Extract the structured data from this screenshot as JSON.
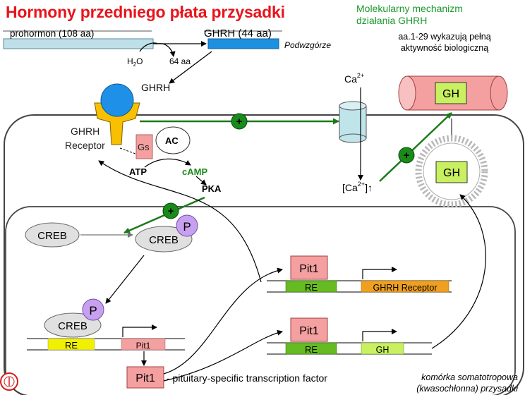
{
  "header": {
    "title": "Hormony przedniego płata przysadki",
    "subtitle_line1": "Molekularny mechanizm",
    "subtitle_line2": "działania GHRH",
    "note_line1": "aa.1-29 wykazują pełną",
    "note_line2": "aktywność biologiczną"
  },
  "top": {
    "prohormone": "prohormon (108 aa)",
    "ghrh_peptide": "GHRH (44 aa)",
    "water": "H",
    "water_sub": "2",
    "water_tail": "O",
    "fragment": "64 aa",
    "hypothalamus": "Podwzgórze",
    "ghrh_label": "GHRH"
  },
  "receptor": {
    "line1": "GHRH",
    "line2": "Receptor",
    "gs": "Gs",
    "ac": "AC",
    "atp": "ATP",
    "camp": "cAMP",
    "pka": "PKA"
  },
  "calcium": {
    "outer": "Ca",
    "outer_sup": "2+",
    "inner_prefix": "[Ca",
    "inner_sup": "2+",
    "inner_suffix": "]↑"
  },
  "gh": {
    "channel_gh": "GH",
    "vesicle_gh": "GH"
  },
  "signals": {
    "plus": "+",
    "p": "P"
  },
  "nucleus": {
    "creb": "CREB",
    "creb_p": "CREB",
    "creb_bound": "CREB",
    "re": "RE",
    "pit1_gene": "Pit1",
    "pit1_top": "Pit1",
    "re_top": "RE",
    "ghrhr_gene": "GHRH Receptor",
    "pit1_mid": "Pit1",
    "re_mid": "RE",
    "gh_gene": "GH"
  },
  "bottom": {
    "pit1": "Pit1",
    "pit1_desc": "- pituitary-specific transcription factor",
    "cell_line1": "komórka somatotropowa",
    "cell_line2": "(kwasochłonna) przysadki"
  },
  "colors": {
    "title": "#e8141b",
    "subtitle": "#1a9a2a",
    "arrow_green": "#1a7a1a",
    "gh_box": "#c8f060",
    "pit1_box": "#f4a0a0",
    "re_box": "#66bb22",
    "re_yellow": "#f0f000",
    "ghrhr_gene": "#f0a020"
  }
}
